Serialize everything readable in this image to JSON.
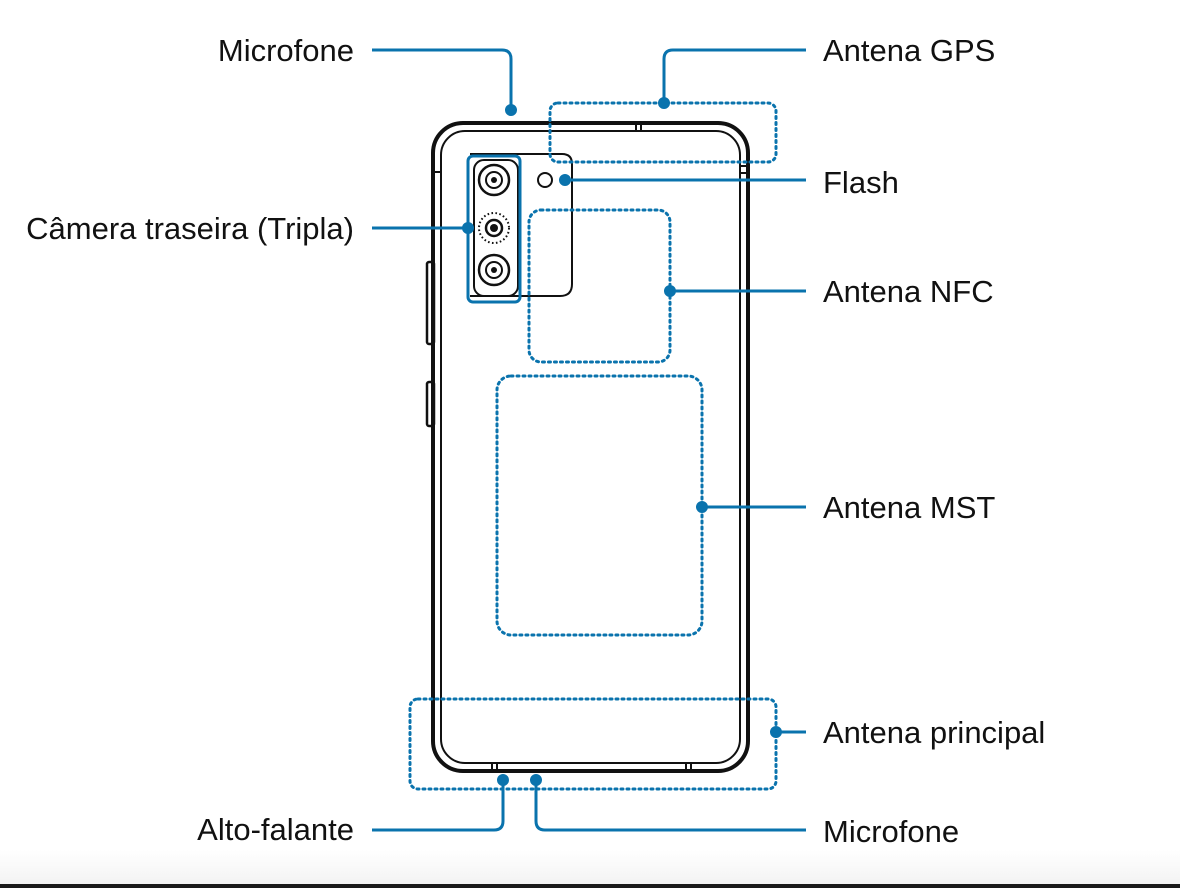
{
  "diagram": {
    "accent_color": "#0a73ad",
    "outline_color": "#111111",
    "labels": {
      "microphone_top": "Microfone",
      "rear_camera": "Câmera traseira (Tripla)",
      "speaker": "Alto-falante",
      "gps_antenna": "Antena GPS",
      "flash": "Flash",
      "nfc_antenna": "Antena NFC",
      "mst_antenna": "Antena MST",
      "main_antenna": "Antena principal",
      "microphone_bottom": "Microfone"
    },
    "icons": {
      "camera_lens": "camera-lens-icon",
      "flash_led": "flash-led-icon"
    }
  }
}
